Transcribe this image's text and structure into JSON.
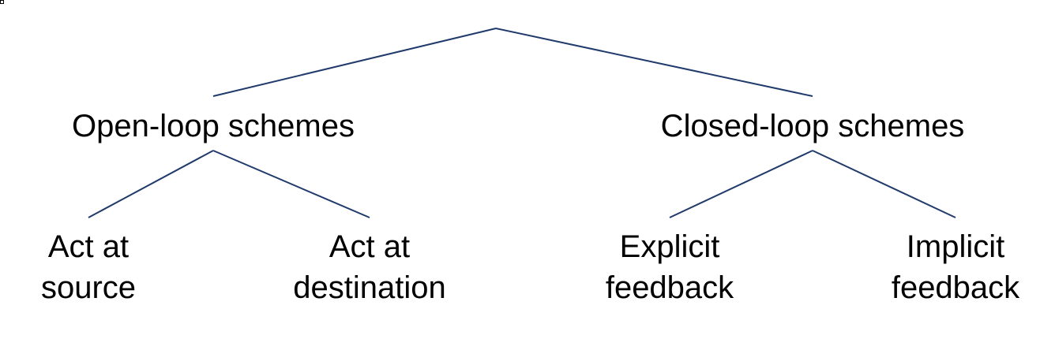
{
  "colors": {
    "edge": "#1f3a6b",
    "text": "#000000",
    "background": "#ffffff"
  },
  "tree": {
    "level1": {
      "open_loop": "Open-loop schemes",
      "closed_loop": "Closed-loop schemes"
    },
    "level2": {
      "act_at_source": [
        "Act at",
        "source"
      ],
      "act_at_destination": [
        "Act at",
        "destination"
      ],
      "explicit_feedback": [
        "Explicit",
        "feedback"
      ],
      "implicit_feedback": [
        "Implicit",
        "feedback"
      ]
    },
    "edges": [
      {
        "from": "root",
        "to": "open_loop"
      },
      {
        "from": "root",
        "to": "closed_loop"
      },
      {
        "from": "open_loop",
        "to": "act_at_source"
      },
      {
        "from": "open_loop",
        "to": "act_at_destination"
      },
      {
        "from": "closed_loop",
        "to": "explicit_feedback"
      },
      {
        "from": "closed_loop",
        "to": "implicit_feedback"
      }
    ]
  }
}
